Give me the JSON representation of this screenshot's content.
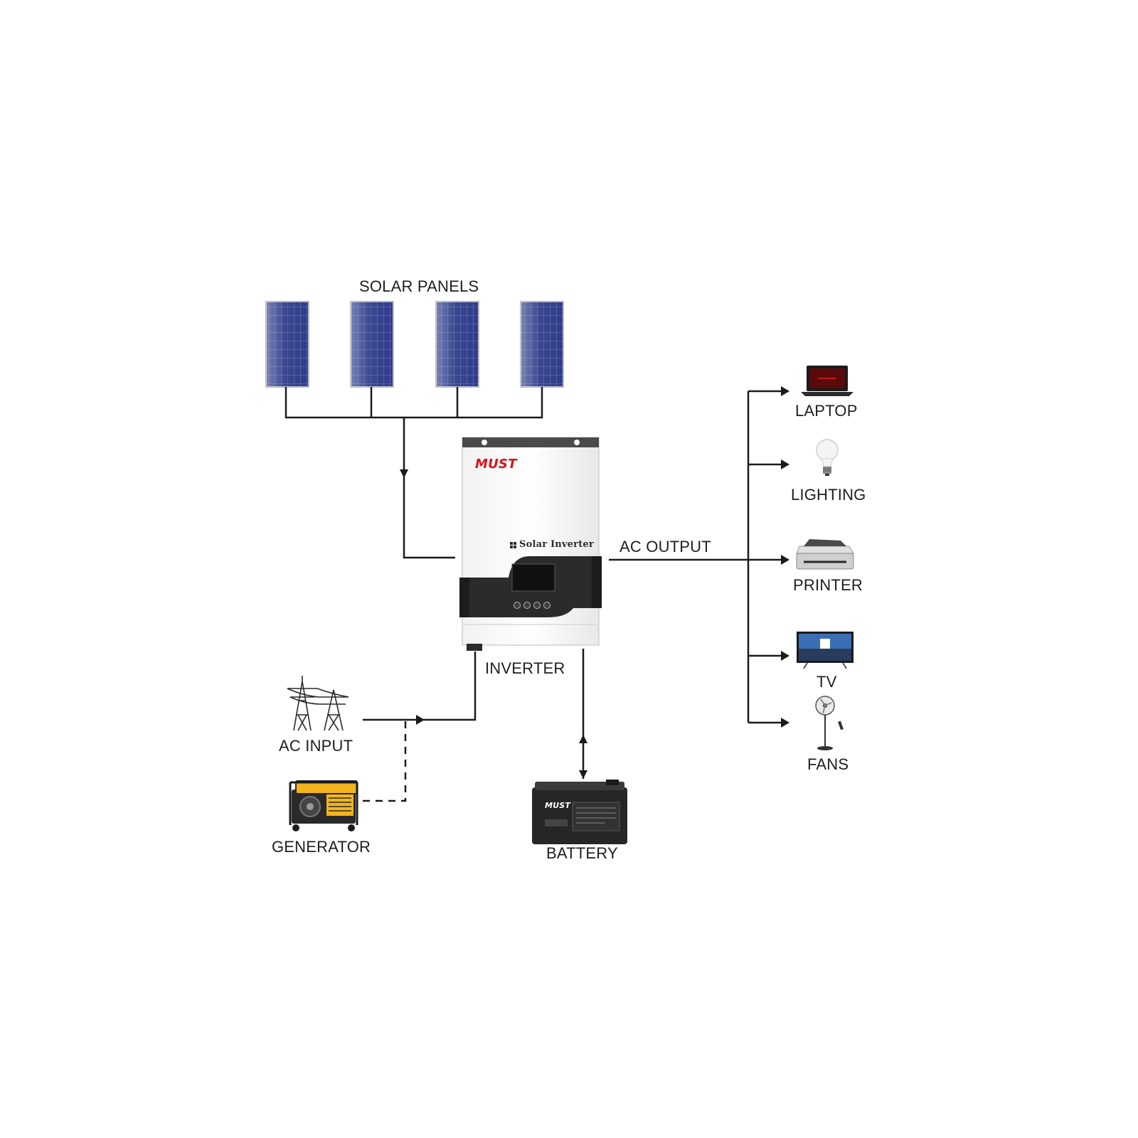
{
  "labels": {
    "solar_panels": "SOLAR PANELS",
    "ac_output": "AC OUTPUT",
    "inverter": "INVERTER",
    "ac_input": "AC INPUT",
    "generator": "GENERATOR",
    "battery": "BATTERY"
  },
  "loads": [
    {
      "label": "LAPTOP",
      "icon": "laptop-icon"
    },
    {
      "label": "LIGHTING",
      "icon": "light-bulb-icon"
    },
    {
      "label": "PRINTER",
      "icon": "printer-icon"
    },
    {
      "label": "TV",
      "icon": "tv-icon"
    },
    {
      "label": "FANS",
      "icon": "fan-icon"
    }
  ],
  "inverter_device": {
    "brand": "MUST",
    "model": "Solar Inverter"
  },
  "battery_device": {
    "brand": "MUST"
  },
  "colors": {
    "line": "#1a1a1a",
    "panel_blue": "#2e3b86",
    "brand_red": "#d4141c",
    "inverter_dark": "#2b2b2b",
    "generator_yellow": "#f2b51d"
  }
}
